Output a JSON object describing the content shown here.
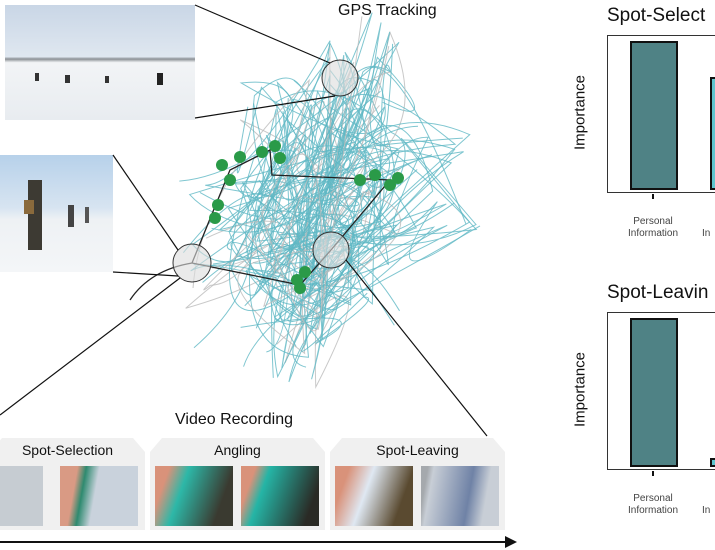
{
  "gps": {
    "title": "GPS Tracking",
    "track_color": "#5fb8c4",
    "cluster_color": "#2a9a48"
  },
  "video": {
    "title": "Video Recording",
    "phases": [
      {
        "label": "Spot-Selection"
      },
      {
        "label": "Angling"
      },
      {
        "label": "Spot-Leaving"
      }
    ]
  },
  "chart_data": [
    {
      "type": "bar",
      "title": "Spot-Select",
      "ylabel": "Importance",
      "categories": [
        "Personal\nInformation",
        "In"
      ],
      "values": [
        1.0,
        0.76
      ],
      "colors": [
        "#4f8285",
        "#5ec6cf"
      ]
    },
    {
      "type": "bar",
      "title": "Spot-Leavin",
      "ylabel": "Importance",
      "categories": [
        "Personal\nInformation",
        "In"
      ],
      "values": [
        1.0,
        0.06
      ],
      "colors": [
        "#4f8285",
        "#5ec6cf"
      ]
    }
  ]
}
